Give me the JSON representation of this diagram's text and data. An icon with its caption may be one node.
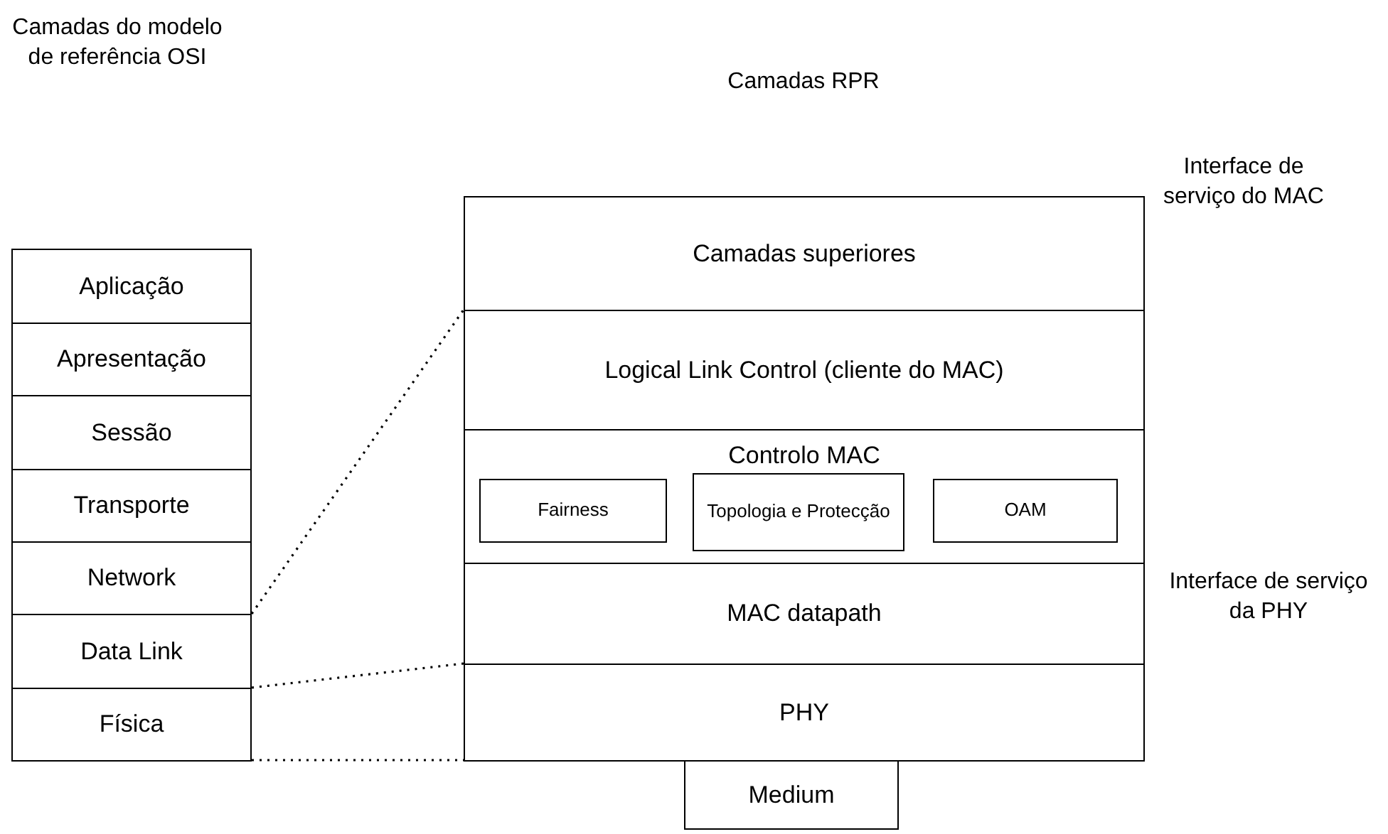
{
  "diagram": {
    "nodes": [
      {
        "text": [
          "Aplicação"
        ]
      },
      {
        "text": [
          "Apresentação"
        ]
      },
      {
        "text": [
          "Sessão"
        ]
      },
      {
        "text": [
          "Transporte"
        ]
      },
      {
        "text": [
          "Network"
        ]
      },
      {
        "text": [
          "Data Link"
        ]
      },
      {
        "text": [
          "Física"
        ]
      },
      {
        "text": [
          "Camadas superiores"
        ]
      },
      {
        "text": [
          "Logical Link Control (cliente do MAC)"
        ]
      },
      {
        "text": [
          "Controlo MAC"
        ]
      },
      {
        "text": [
          "Fairness"
        ],
        "in": 9
      },
      {
        "text": [
          "Topologia e Protecção"
        ],
        "in": 9
      },
      {
        "text": [
          "OAM"
        ],
        "in": 9
      },
      {
        "text": [
          "MAC datapath"
        ]
      },
      {
        "text": [
          "PHY"
        ]
      },
      {
        "text": [
          "Medium"
        ]
      }
    ],
    "edges": [
      {
        "from": 4,
        "to": 8,
        "arrow": "none",
        "style": "dashed"
      },
      {
        "from": 5,
        "to": 14,
        "arrow": "none",
        "style": "dashed"
      },
      {
        "from": 6,
        "to": 14,
        "arrow": "none",
        "style": "dashed"
      }
    ],
    "labels": [
      "Camadas do modelo de referência OSI",
      "Camadas RPR",
      "Interface de serviço do MAC",
      "Interface de serviço da PHY"
    ]
  }
}
